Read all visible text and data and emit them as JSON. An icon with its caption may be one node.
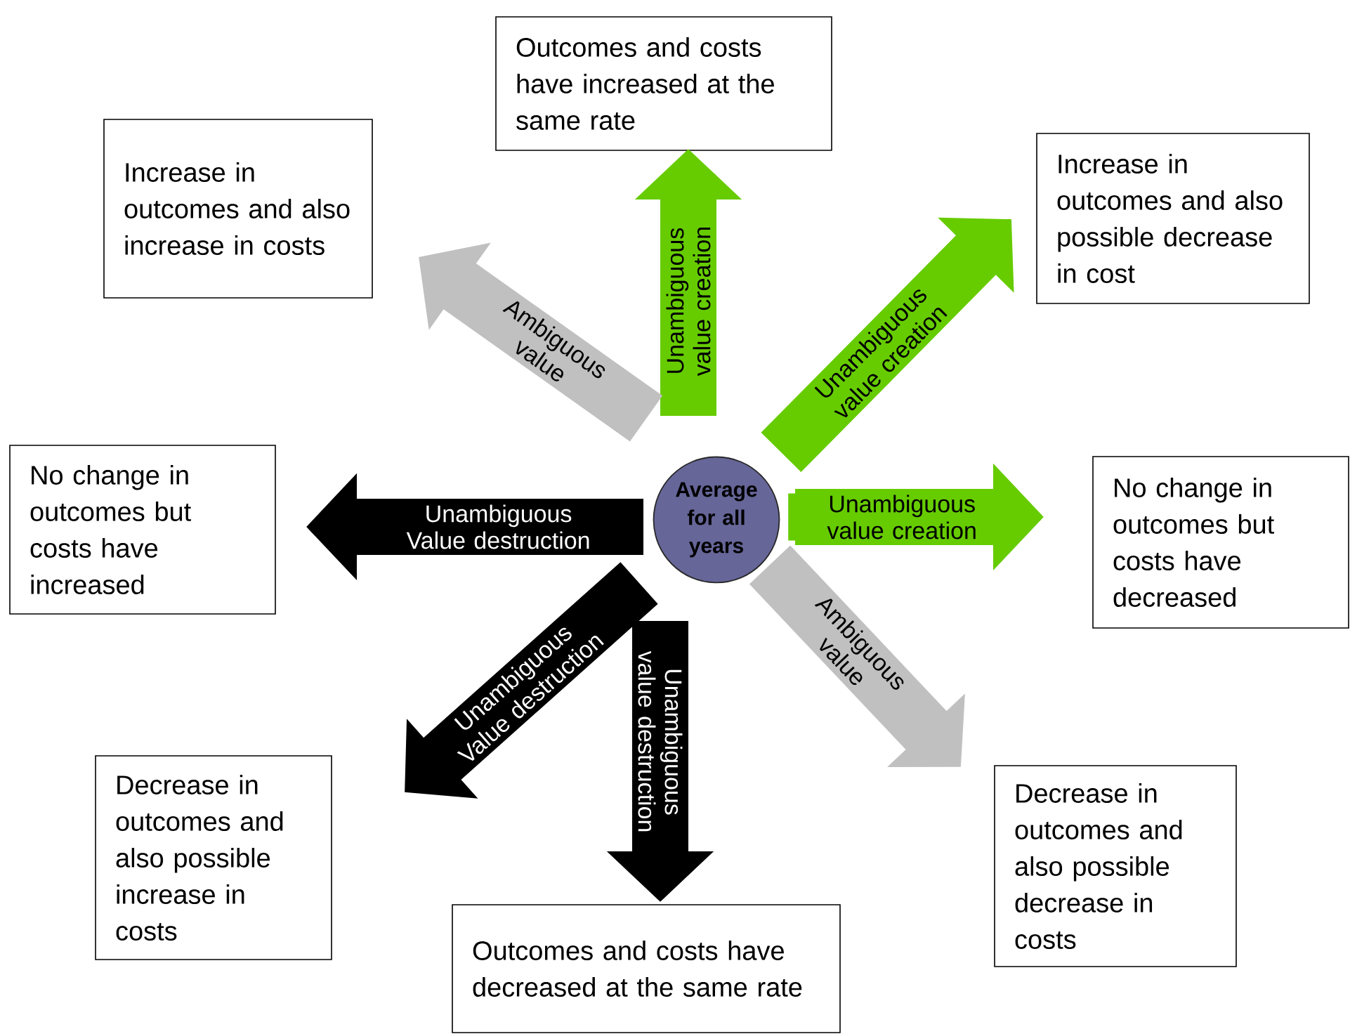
{
  "diagram": {
    "nodes": [
      {
        "text": [
          "Average for all years"
        ]
      },
      {
        "text": [
          "Outcomes and costs have increased at the same rate"
        ]
      },
      {
        "text": [
          "Increase in outcomes and also increase in costs"
        ]
      },
      {
        "text": [
          "Increase in outcomes and also possible decrease in cost"
        ]
      },
      {
        "text": [
          "No change in outcomes but costs have increased"
        ]
      },
      {
        "text": [
          "No change in outcomes but costs have decreased"
        ]
      },
      {
        "text": [
          "Decrease in outcomes and also possible increase in costs"
        ]
      },
      {
        "text": [
          "Decrease in outcomes and also possible decrease in costs"
        ]
      },
      {
        "text": [
          "Outcomes and costs have decreased at the same rate"
        ]
      }
    ],
    "edges": [
      {
        "from": 0,
        "to": 1,
        "arrow": "to",
        "label": "Unambiguous value creation",
        "color": "#66cc00"
      },
      {
        "from": 0,
        "to": 2,
        "arrow": "to",
        "label": "Ambiguous value",
        "color": "#c0c0c0"
      },
      {
        "from": 0,
        "to": 3,
        "arrow": "to",
        "label": "Unambiguous value creation",
        "color": "#66cc00"
      },
      {
        "from": 0,
        "to": 4,
        "arrow": "to",
        "label": "Unambiguous Value destruction",
        "color": "#000000"
      },
      {
        "from": 0,
        "to": 5,
        "arrow": "to",
        "label": "Unambiguous value creation",
        "color": "#66cc00"
      },
      {
        "from": 0,
        "to": 6,
        "arrow": "to",
        "label": "Unambiguous Value destruction",
        "color": "#000000"
      },
      {
        "from": 0,
        "to": 7,
        "arrow": "to",
        "label": "Ambiguous value",
        "color": "#c0c0c0"
      },
      {
        "from": 0,
        "to": 8,
        "arrow": "to",
        "label": "Unambiguous value destruction",
        "color": "#000000"
      }
    ]
  }
}
